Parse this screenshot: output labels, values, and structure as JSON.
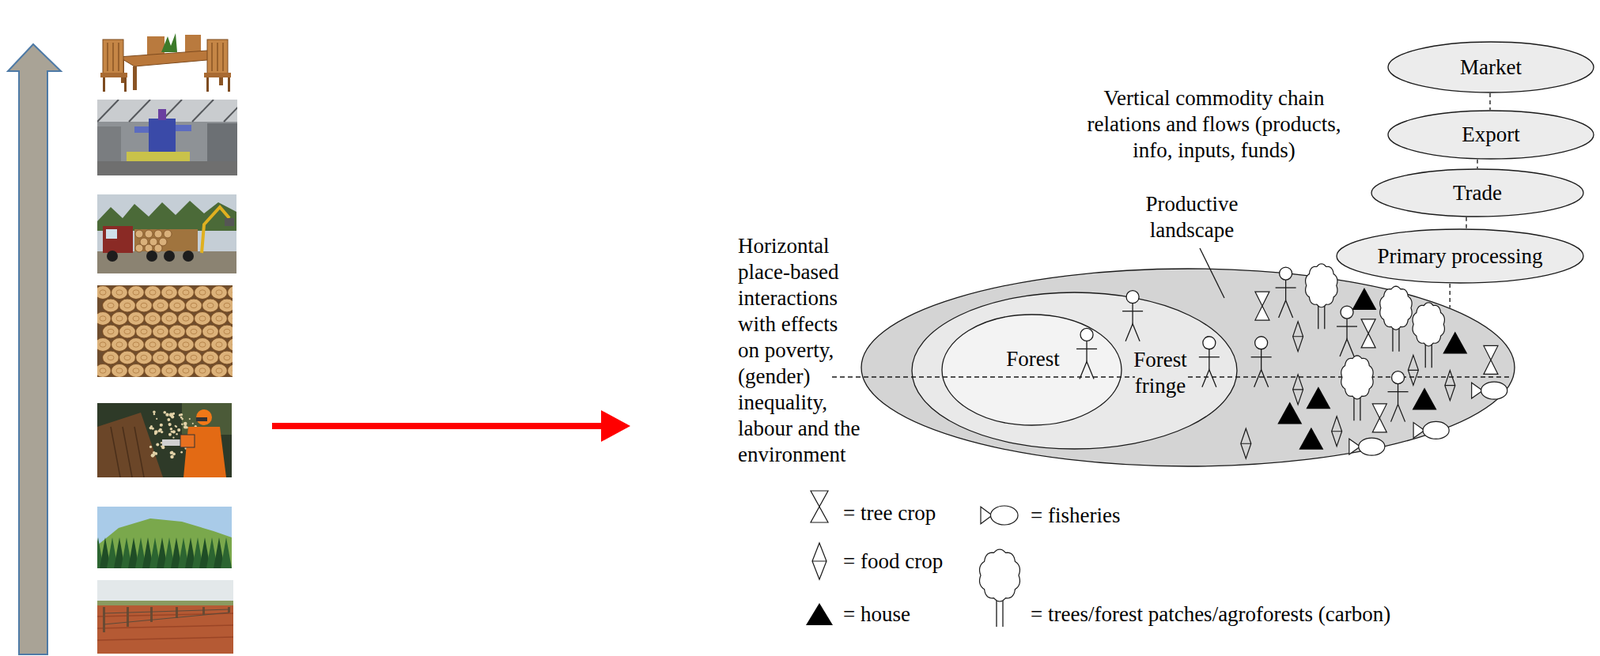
{
  "diagram": {
    "nodes": [
      {
        "text": [
          "Market"
        ]
      },
      {
        "text": [
          "Export"
        ]
      },
      {
        "text": [
          "Trade"
        ]
      },
      {
        "text": [
          "Primary processing"
        ]
      },
      {
        "text": [
          "Productive landscape"
        ]
      },
      {
        "text": [
          "Forest fringe"
        ],
        "in": 4
      },
      {
        "text": [
          "Forest"
        ],
        "in": 5
      }
    ],
    "edges": [
      {
        "from": 0,
        "to": 1,
        "arrow": "none"
      },
      {
        "from": 1,
        "to": 2,
        "arrow": "none"
      },
      {
        "from": 2,
        "to": 3,
        "arrow": "none"
      },
      {
        "from": 3,
        "to": 4,
        "arrow": "none"
      }
    ],
    "labels": [
      "Vertical commodity chain relations and flows (products, info, inputs, funds)",
      "Horizontal place-based interactions with effects on poverty, (gender) inequality, labour and the environment"
    ],
    "legend": [
      {
        "text": "= tree crop"
      },
      {
        "text": "= fisheries"
      },
      {
        "text": "= food crop"
      },
      {
        "text": "= house"
      },
      {
        "text": "= trees/forest patches/agroforests (carbon)"
      }
    ]
  }
}
